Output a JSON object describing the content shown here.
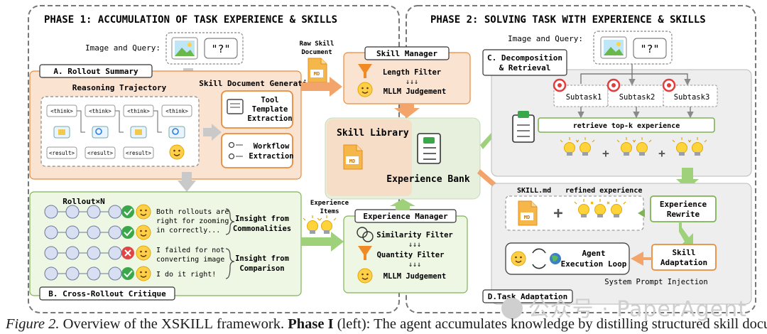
{
  "phase1": {
    "title": "PHASE 1: ACCUMULATION OF TASK EXPERIENCE & SKILLS",
    "image_query": "Image and Query:",
    "rollout_summary": "A. Rollout Summary",
    "reasoning_trajectory": "Reasoning Trajectory",
    "think_tag": "<think>",
    "result_tag": "<result>",
    "skill_doc_gen": "Skill Document Generation",
    "tool_template_lines": [
      "Tool",
      "Template",
      "Extraction"
    ],
    "workflow_lines": [
      "Workflow",
      "Extraction"
    ],
    "rollout_n": "Rollout×N",
    "comments": [
      [
        "Both rollouts are",
        "right for zooming",
        "in correctly..."
      ],
      [
        "I failed for not",
        "converting image"
      ],
      [
        "I do it right!"
      ]
    ],
    "insight_common": [
      "Insight from",
      "Commonalities"
    ],
    "insight_compare": [
      "Insight from",
      "Comparison"
    ],
    "cross_rollout": "B. Cross-Rollout Critique"
  },
  "middle": {
    "raw_skill_doc": [
      "Raw Skill",
      "Document"
    ],
    "md_badge": "MD",
    "skill_manager": "Skill Manager",
    "length_filter": "Length Filter",
    "arrows": "↓↓↓",
    "mllm_judgement": "MLLM Judgement",
    "skill_library": "Skill Library",
    "experience_bank": "Experience Bank",
    "experience_items": [
      "Experience",
      "Items"
    ],
    "experience_manager": "Experience Manager",
    "similarity_filter": "Similarity Filter",
    "quantity_filter": "Quantity Filter"
  },
  "phase2": {
    "title": "PHASE 2: SOLVING TASK WITH EXPERIENCE & SKILLS",
    "image_query": "Image and Query:",
    "query_mark": "\"?\"",
    "decomp_lines": [
      "C. Decomposition",
      "& Retrieval"
    ],
    "subtasks": [
      "Subtask1",
      "Subtask2",
      "Subtask3"
    ],
    "retrieve": "retrieve top-k experience",
    "plus": "+",
    "skill_md": "SKILL.md",
    "refined_experience": "refined experience",
    "experience_rewrite": [
      "Experience",
      "Rewrite"
    ],
    "skill_adaptation": [
      "Skill",
      "Adaptation"
    ],
    "agent_loop": [
      "Agent",
      "Execution Loop"
    ],
    "system_prompt": "System Prompt Injection",
    "task_adaptation": "D.Task Adaptation"
  },
  "caption": {
    "label": "Figure 2.",
    "text1": " Overview of the X",
    "skill": "SKILL",
    "text2": " framework. ",
    "phase": "Phase I",
    "text3": " (left): The agent accumulates knowledge by distilling structured skill documents"
  },
  "watermark": "公众号 · PaperAgent",
  "colors": {
    "orange_fill": "#fbe3d1",
    "orange_stroke": "#e98b3c",
    "green_fill": "#eef6e4",
    "green_stroke": "#7fb355",
    "gray_panel": "#eeeeee",
    "library_fill": "#e6f0dc",
    "arrow_orange": "#f3a46b",
    "arrow_green": "#9fd07a"
  }
}
